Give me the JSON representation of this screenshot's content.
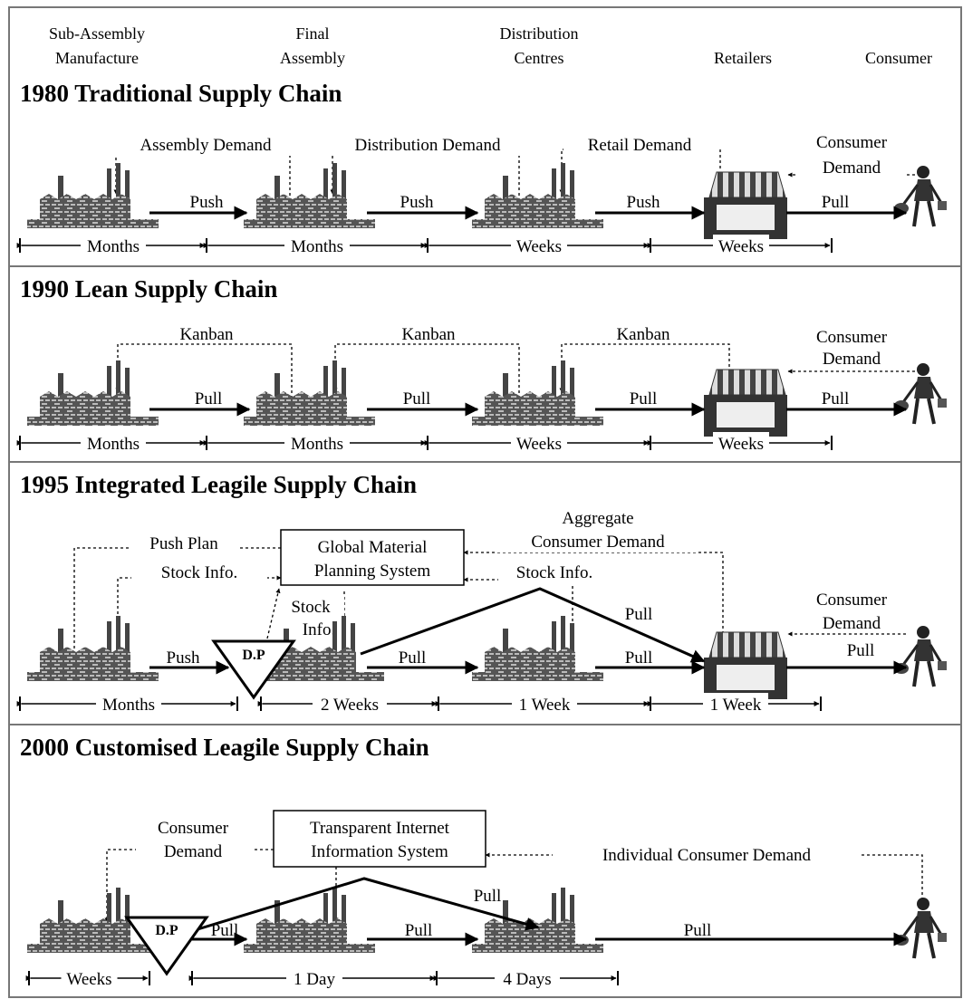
{
  "header": {
    "stages": [
      "Sub-Assembly\nManufacture",
      "Final\nAssembly",
      "Distribution\nCentres",
      "Retailers",
      "Consumer"
    ]
  },
  "panels": [
    {
      "title": "1980 Traditional Supply Chain",
      "demand_labels": [
        "Assembly Demand",
        "Distribution Demand",
        "Retail Demand",
        "Consumer\nDemand"
      ],
      "flow_labels": [
        "Push",
        "Push",
        "Push",
        "Pull"
      ],
      "durations": [
        "Months",
        "Months",
        "Weeks",
        "Weeks"
      ]
    },
    {
      "title": "1990 Lean Supply Chain",
      "demand_labels": [
        "Kanban",
        "Kanban",
        "Kanban",
        "Consumer\nDemand"
      ],
      "flow_labels": [
        "Pull",
        "Pull",
        "Pull",
        "Pull"
      ],
      "durations": [
        "Months",
        "Months",
        "Weeks",
        "Weeks"
      ]
    },
    {
      "title": "1995 Integrated Leagile Supply Chain",
      "system_box": "Global Material\nPlanning System",
      "info_labels": [
        "Push Plan",
        "Stock Info.",
        "Stock\nInfo.",
        "Aggregate\nConsumer Demand",
        "Stock Info.",
        "Consumer\nDemand"
      ],
      "flow_labels": [
        "Push",
        "Pull",
        "Pull",
        "Pull",
        "Pull"
      ],
      "decoupling_point": "D.P",
      "durations": [
        "Months",
        "2 Weeks",
        "1 Week",
        "1 Week"
      ]
    },
    {
      "title": "2000 Customised Leagile Supply Chain",
      "system_box": "Transparent Internet\nInformation System",
      "info_labels": [
        "Consumer\nDemand",
        "Individual Consumer Demand"
      ],
      "flow_labels": [
        "Pull",
        "Pull",
        "Pull",
        "Pull"
      ],
      "decoupling_point": "D.P",
      "durations": [
        "Weeks",
        "1 Day",
        "4 Days"
      ]
    }
  ],
  "icons": [
    "factory-icon",
    "shop-icon",
    "consumer-icon",
    "decoupling-point-icon"
  ]
}
